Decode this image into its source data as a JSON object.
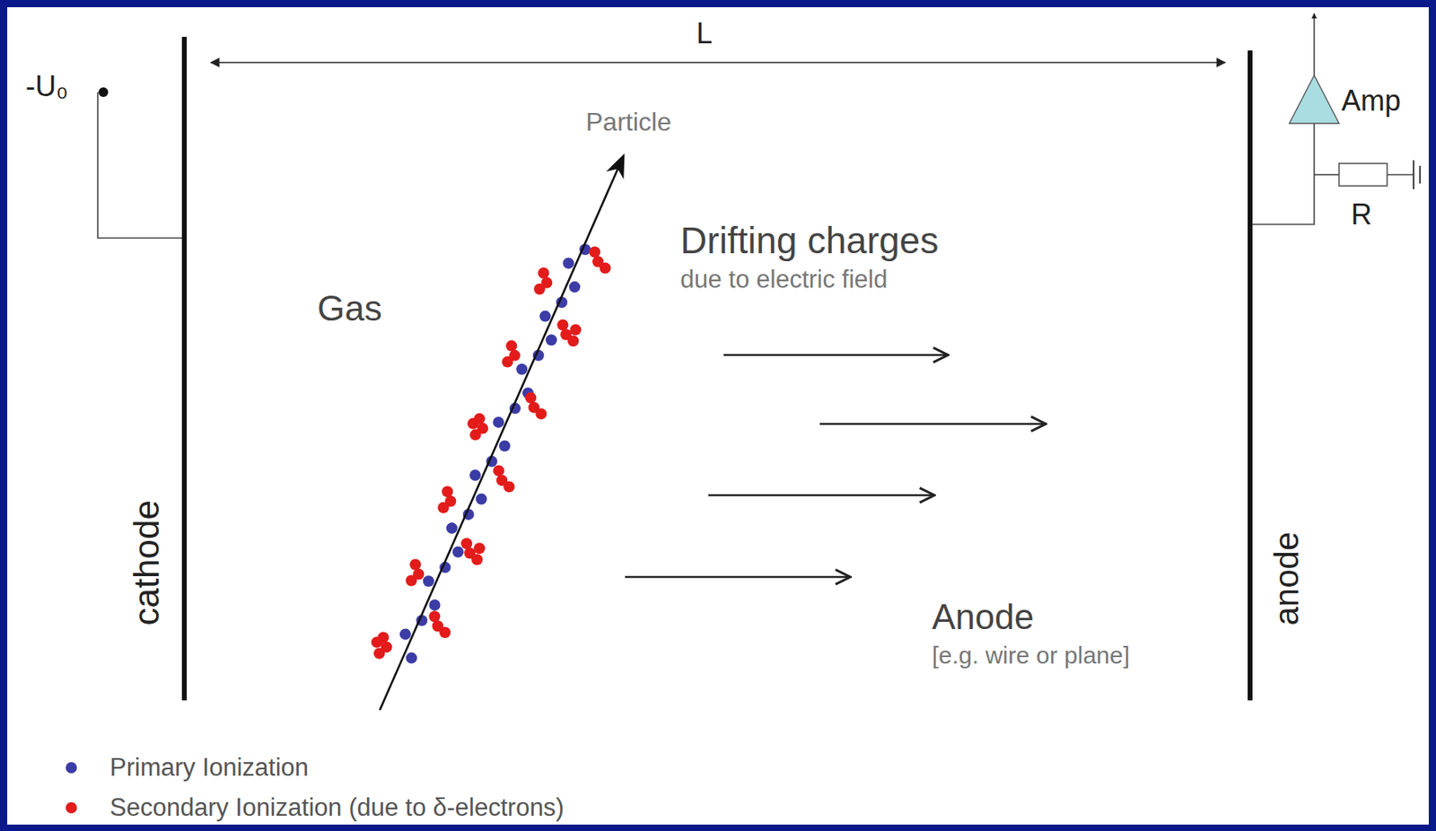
{
  "diagram": {
    "labels": [
      "L",
      "-U₀",
      "Particle",
      "Gas",
      "Drifting charges",
      "due to electric field",
      "Anode",
      "[e.g. wire or plane]",
      "cathode",
      "anode",
      "Amp",
      "R"
    ],
    "legend": [
      {
        "text": "Primary Ionization",
        "color": "#3c3ca6"
      },
      {
        "text": "Secondary Ionization (due to δ-electrons)",
        "color": "#e31b1b"
      }
    ]
  }
}
